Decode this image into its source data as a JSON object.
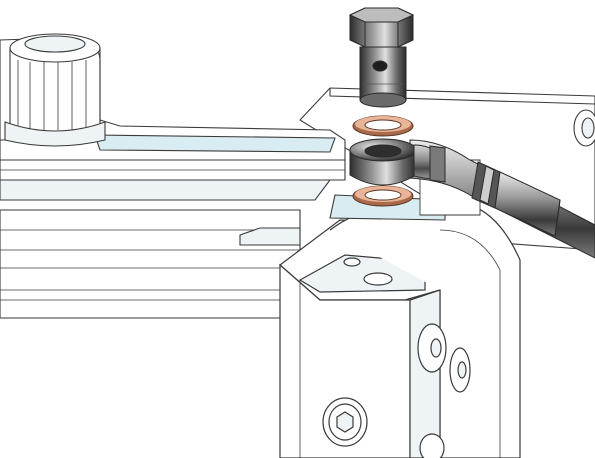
{
  "illustration": {
    "kind": "exploded-assembly",
    "parts": [
      {
        "id": "banjo-bolt",
        "label": ""
      },
      {
        "id": "upper-copper-washer",
        "label": ""
      },
      {
        "id": "banjo-fitting",
        "label": ""
      },
      {
        "id": "lower-copper-washer",
        "label": ""
      },
      {
        "id": "brake-hose",
        "label": ""
      },
      {
        "id": "master-cylinder-body",
        "label": ""
      },
      {
        "id": "fluid-reservoir-cap",
        "label": ""
      },
      {
        "id": "mounting-bracket",
        "label": ""
      }
    ]
  },
  "colors": {
    "line": "#3a3a3a",
    "bodyFill": "#ffffff",
    "shadeLight": "#eef4f6",
    "shadeBlue": "#d9ecf1",
    "copper": "#a86a4a",
    "copperLight": "#e8b598",
    "steelDark": "#3c3c3c",
    "steelMid": "#8a8a8a",
    "steelLight": "#d8d8d8"
  }
}
